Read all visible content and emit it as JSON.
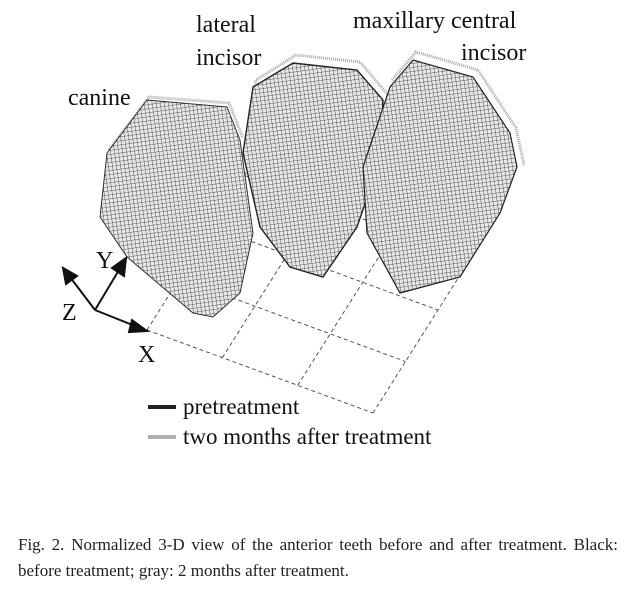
{
  "figure": {
    "tooth_labels": {
      "canine": "canine",
      "lateral_line1": "lateral",
      "lateral_line2": "incisor",
      "central_line1": "maxillary central",
      "central_line2": "incisor"
    },
    "axes": {
      "x": "X",
      "y": "Y",
      "z": "Z"
    },
    "legend": [
      {
        "label": "pretreatment",
        "color": "#222222"
      },
      {
        "label": "two months after treatment",
        "color": "#b0b0b0"
      }
    ]
  },
  "caption": "Fig. 2. Normalized 3-D view of the anterior teeth before and after treatment. Black: before treatment; gray: 2 months after treatment."
}
